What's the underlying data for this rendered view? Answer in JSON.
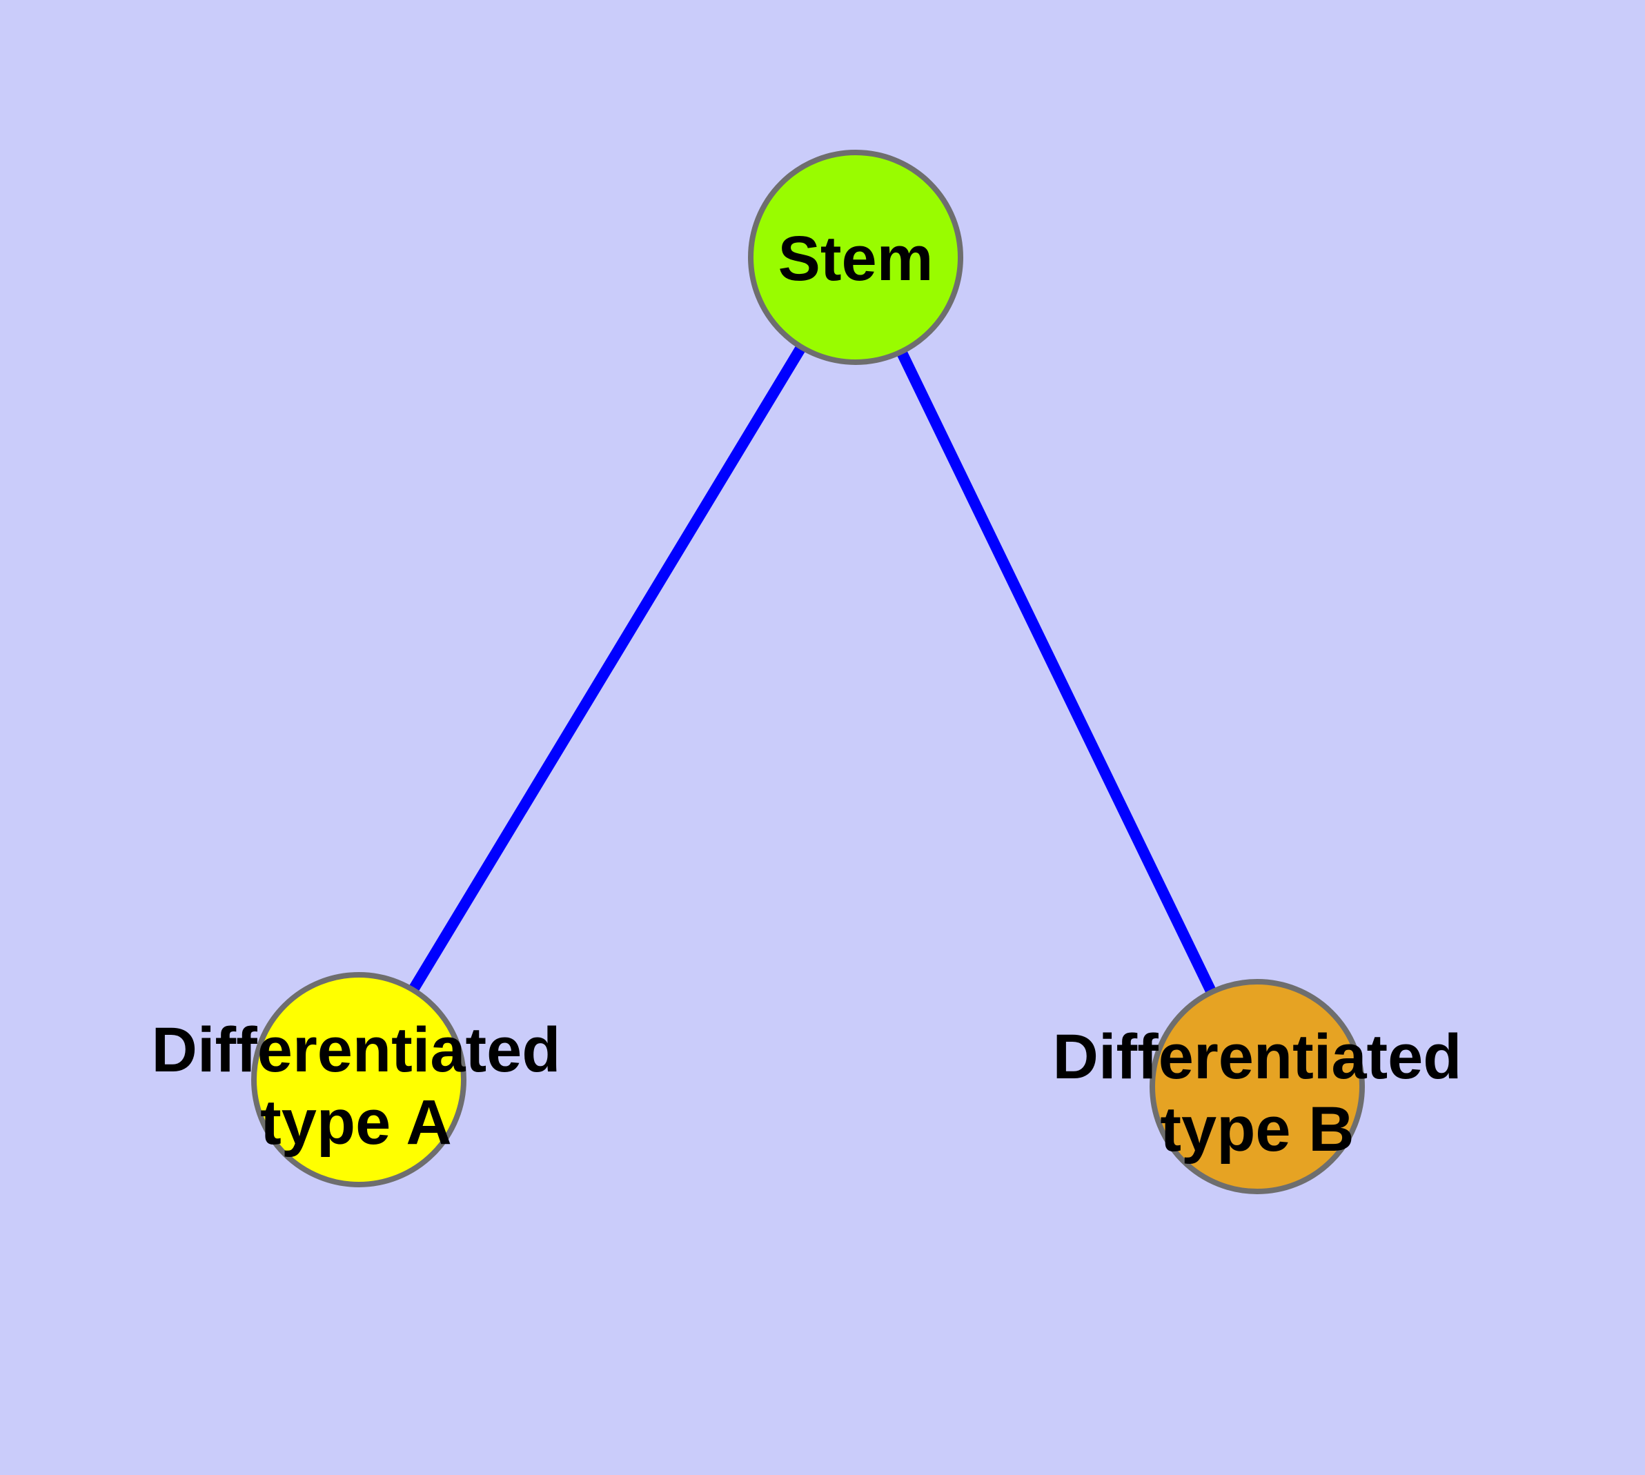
{
  "diagram": {
    "type": "node-link-graph",
    "background_color": "#CACCFA",
    "edge_color": "#0000FF",
    "node_border_color": "#6E6E6E",
    "label_color": "#000000",
    "nodes": [
      {
        "id": "stem",
        "label": "Stem",
        "fill": "#99FC00"
      },
      {
        "id": "differentiated-type-a",
        "label": "Differentiated type A",
        "label_lines": [
          "Differentiated",
          "type A"
        ],
        "fill": "#FFFF00"
      },
      {
        "id": "differentiated-type-b",
        "label": "Differentiated type B",
        "label_lines": [
          "Differentiated",
          "type B"
        ],
        "fill": "#E6A323"
      }
    ],
    "edges": [
      {
        "from": "Stem",
        "to": "Differentiated type A"
      },
      {
        "from": "Stem",
        "to": "Differentiated type B"
      }
    ]
  }
}
